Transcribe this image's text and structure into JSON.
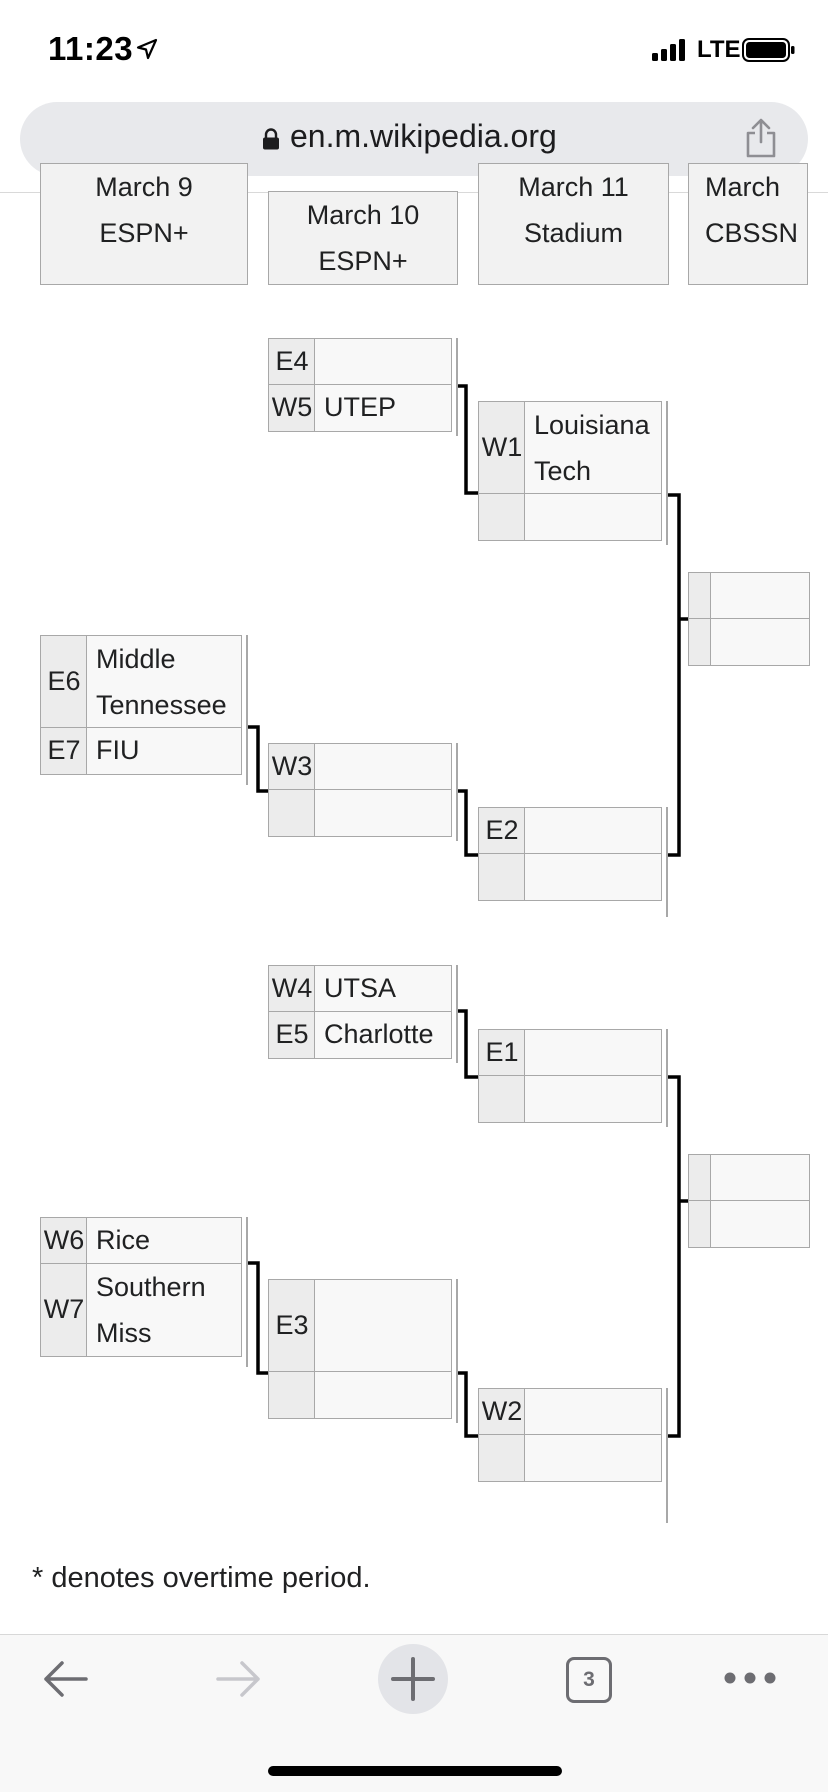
{
  "status_bar": {
    "time": "11:23",
    "network": "LTE"
  },
  "browser": {
    "url": "en.m.wikipedia.org",
    "open_tabs": "3"
  },
  "bracket": {
    "headers": [
      {
        "date": "March 9",
        "network": "ESPN+"
      },
      {
        "date": "March 10",
        "network": "ESPN+"
      },
      {
        "date": "March 11",
        "network": "Stadium"
      },
      {
        "date": "March",
        "network": "CBSSN"
      }
    ],
    "top": {
      "r2_a": {
        "seed_1": "E4",
        "team_1": "",
        "seed_2": "W5",
        "team_2": "UTEP"
      },
      "r1_a": {
        "seed_1": "E6",
        "team_1": "Middle Tennessee",
        "seed_2": "E7",
        "team_2": "FIU"
      },
      "r2_b": {
        "seed_1": "W3",
        "team_1": "",
        "seed_2": "",
        "team_2": ""
      },
      "qf_a": {
        "seed_1": "W1",
        "team_1": "Louisiana Tech",
        "seed_2": "",
        "team_2": ""
      },
      "qf_b": {
        "seed_1": "E2",
        "team_1": "",
        "seed_2": "",
        "team_2": ""
      },
      "sf": {
        "seed_1": "",
        "team_1": "",
        "seed_2": "",
        "team_2": ""
      }
    },
    "bottom": {
      "r2_a": {
        "seed_1": "W4",
        "team_1": "UTSA",
        "seed_2": "E5",
        "team_2": "Charlotte"
      },
      "r1_a": {
        "seed_1": "W6",
        "team_1": "Rice",
        "seed_2": "W7",
        "team_2": "Southern Miss"
      },
      "r2_b": {
        "seed_1": "E3",
        "team_1": "",
        "seed_2": "",
        "team_2": ""
      },
      "qf_a": {
        "seed_1": "E1",
        "team_1": "",
        "seed_2": "",
        "team_2": ""
      },
      "qf_b": {
        "seed_1": "W2",
        "team_1": "",
        "seed_2": "",
        "team_2": ""
      },
      "sf": {
        "seed_1": "",
        "team_1": "",
        "seed_2": "",
        "team_2": ""
      }
    }
  },
  "footnote": "* denotes overtime period.",
  "icons": {
    "location": "location-arrow-icon",
    "signal": "cellular-signal-icon",
    "battery": "battery-icon",
    "lock": "lock-icon",
    "share": "share-icon",
    "back": "back-arrow-icon",
    "forward": "forward-arrow-icon",
    "new_tab": "plus-icon",
    "tabs": "tabs-icon",
    "more": "more-icon"
  }
}
